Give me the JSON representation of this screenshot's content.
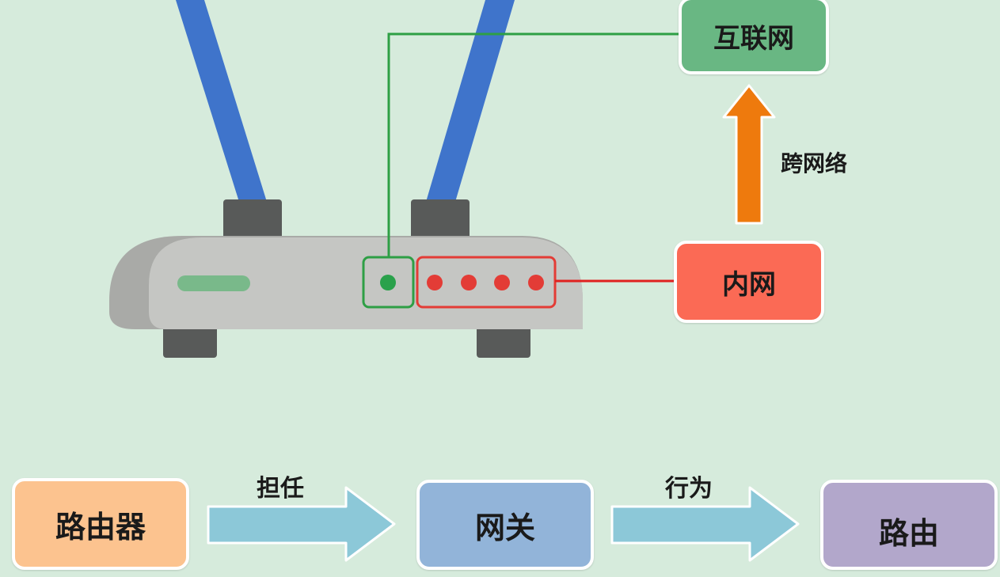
{
  "boxes": {
    "internet": "互联网",
    "intranet": "内网",
    "router": "路由器",
    "gateway": "网关",
    "routing": "路由"
  },
  "labels": {
    "cross_network": "跨网络",
    "serve_as": "担任",
    "behavior": "行为"
  },
  "colors": {
    "background": "#d6ebdc",
    "internet_box": "#69b783",
    "intranet_box": "#fb6a55",
    "router_box": "#fcc38f",
    "gateway_box": "#92b4d9",
    "routing_box": "#b2a7cb",
    "flow_arrow": "#8cc8d8",
    "up_arrow": "#ee7a0d",
    "antenna": "#3f74cb",
    "router_body": "#c5c6c3",
    "router_dark": "#585a59",
    "wan_port": "#2aa14b",
    "lan_port": "#e33c36",
    "wan_line": "#2e9f45",
    "lan_line": "#e0211f"
  }
}
